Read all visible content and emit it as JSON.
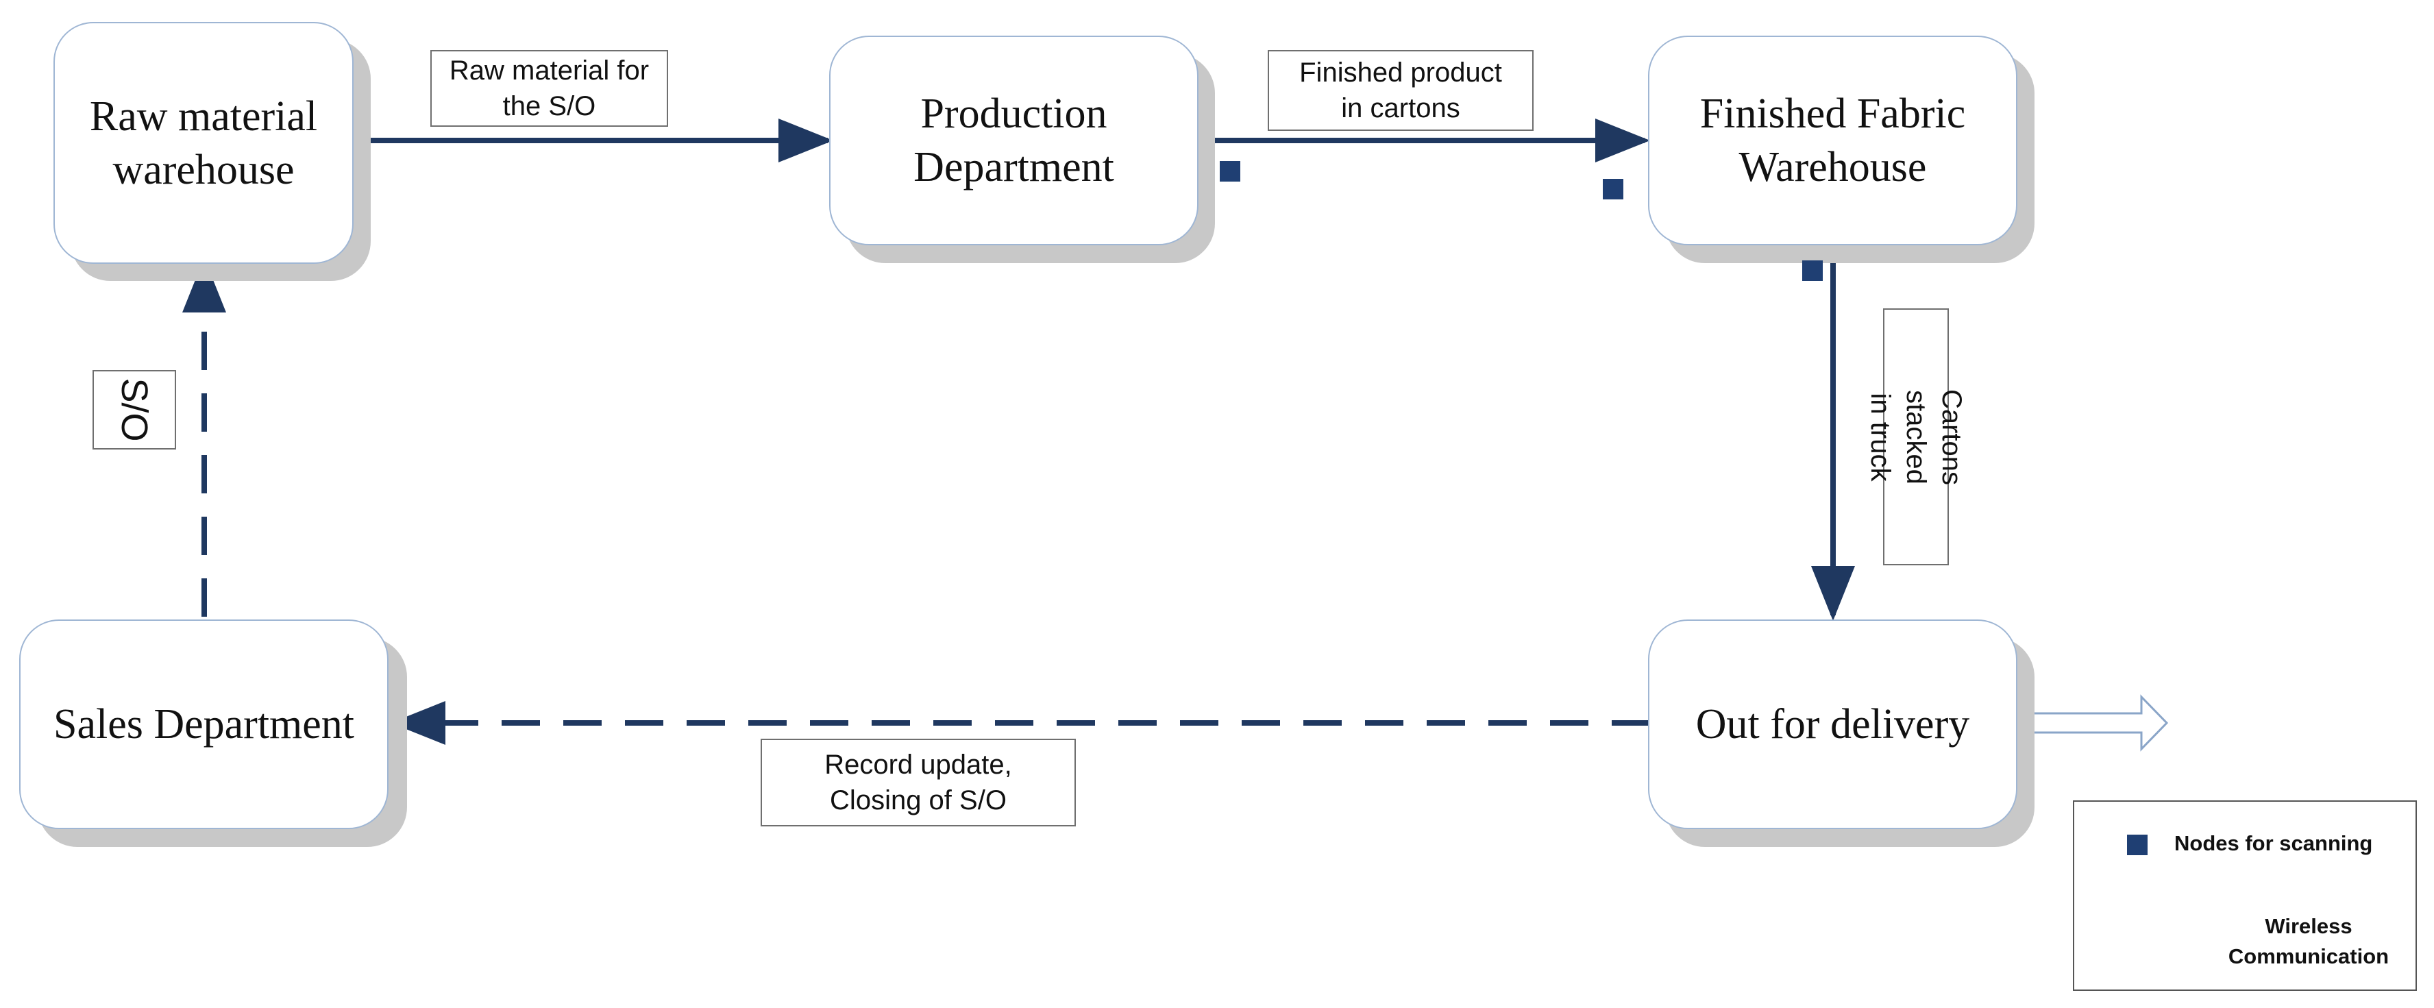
{
  "nodes": {
    "raw_material_warehouse": "Raw material\nwarehouse",
    "production_department": "Production\nDepartment",
    "finished_fabric_warehouse": "Finished Fabric\nWarehouse",
    "sales_department": "Sales Department",
    "out_for_delivery": "Out for delivery"
  },
  "edge_labels": {
    "raw_to_production": "Raw material for\nthe S/O",
    "production_to_finished": "Finished product\nin cartons",
    "finished_to_delivery": "Cartons stacked\nin truck",
    "delivery_to_sales": "Record update,\nClosing of S/O",
    "sales_to_raw": "S/O"
  },
  "legend": {
    "scan_nodes": "Nodes for scanning",
    "wireless": "Wireless\nCommunication"
  },
  "colors": {
    "line": "#1f3860",
    "scan_node": "#1f3f73",
    "node_border": "#9fb6d4",
    "shadow": "#c8c8c8"
  },
  "icons": {
    "scan_node": "filled-square",
    "wireless": "dashed-arrow",
    "output": "hollow-arrow"
  }
}
